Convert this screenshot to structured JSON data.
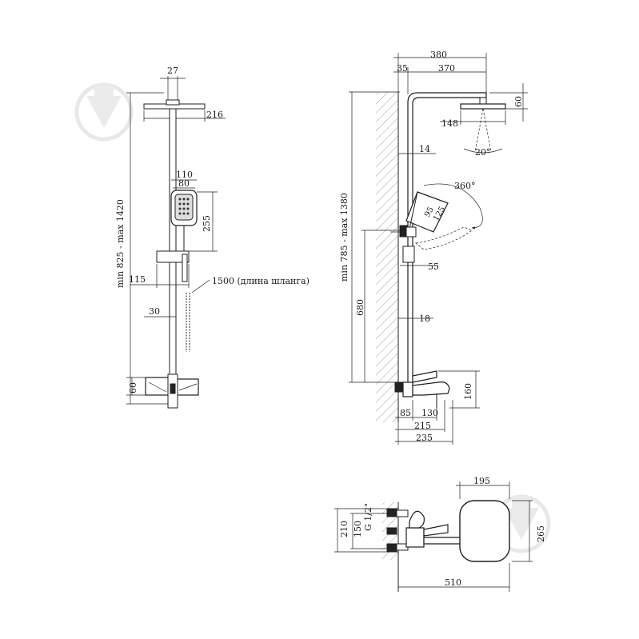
{
  "watermark": {
    "icon": "droplet-logo",
    "color": "#e8e8e8"
  },
  "front_view": {
    "dim_top_width": "27",
    "dim_head_width": "216",
    "dim_total_height": "min 825 - max 1420",
    "dim_hand_outer": "110",
    "dim_hand_inner": "80",
    "dim_hand_height": "255",
    "dim_hand_offset": "115",
    "dim_hose": "1500 (длина шланга)",
    "dim_bar_offset": "30",
    "dim_mixer_height": "60"
  },
  "side_view": {
    "dim_arm_total": "380",
    "dim_wall_offset": "35",
    "dim_arm_length": "370",
    "dim_head_height": "60",
    "dim_head_depth": "148",
    "dim_head_angle": "20°",
    "dim_pipe_top": "14",
    "dim_rotation": "360°",
    "dim_hand_a": "95",
    "dim_hand_b": "125",
    "dim_total_height": "min 785 - max 1380",
    "dim_holder_height": "680",
    "dim_holder_depth": "55",
    "dim_pipe_low": "18",
    "dim_mixer_height": "160",
    "dim_mixer_a": "85",
    "dim_mixer_b": "130",
    "dim_mixer_c": "215",
    "dim_mixer_d": "235"
  },
  "top_view": {
    "dim_connection": "G 1/2\"",
    "dim_height_total": "210",
    "dim_height_centers": "150",
    "dim_total_length": "510",
    "dim_head_width": "195",
    "dim_head_height": "265"
  }
}
